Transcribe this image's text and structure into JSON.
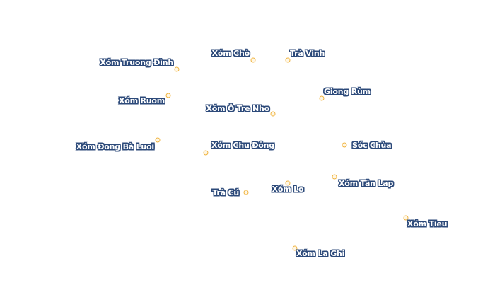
{
  "map": {
    "places": [
      {
        "id": "xom-truong-dinh",
        "name": "Xóm Truong Đình"
      },
      {
        "id": "xom-cho",
        "name": "Xóm Chò"
      },
      {
        "id": "tra-vinh",
        "name": "Trà Vinh"
      },
      {
        "id": "xom-ruom",
        "name": "Xóm Ruom"
      },
      {
        "id": "giong-rum",
        "name": "Giong Rùm"
      },
      {
        "id": "xom-o-tre-nho",
        "name": "Xóm Ô Tre Nho"
      },
      {
        "id": "xom-dong-ba-luoi",
        "name": "Xóm Đong Bà Luoi"
      },
      {
        "id": "xom-chu-dong",
        "name": "Xóm Chu Đông"
      },
      {
        "id": "soc-chua",
        "name": "Sóc Chùa"
      },
      {
        "id": "xom-tan-lap",
        "name": "Xóm Tân Lap"
      },
      {
        "id": "tra-cu",
        "name": "Trà Cú"
      },
      {
        "id": "xom-lo",
        "name": "Xóm Lo"
      },
      {
        "id": "xom-tieu",
        "name": "Xóm Tieu"
      },
      {
        "id": "xom-la-ghi",
        "name": "Xóm La Ghi"
      }
    ],
    "colors": {
      "marker_stroke": "#f0b440",
      "label_halo": "#2d4a7a",
      "label_text": "#ffffff"
    }
  }
}
